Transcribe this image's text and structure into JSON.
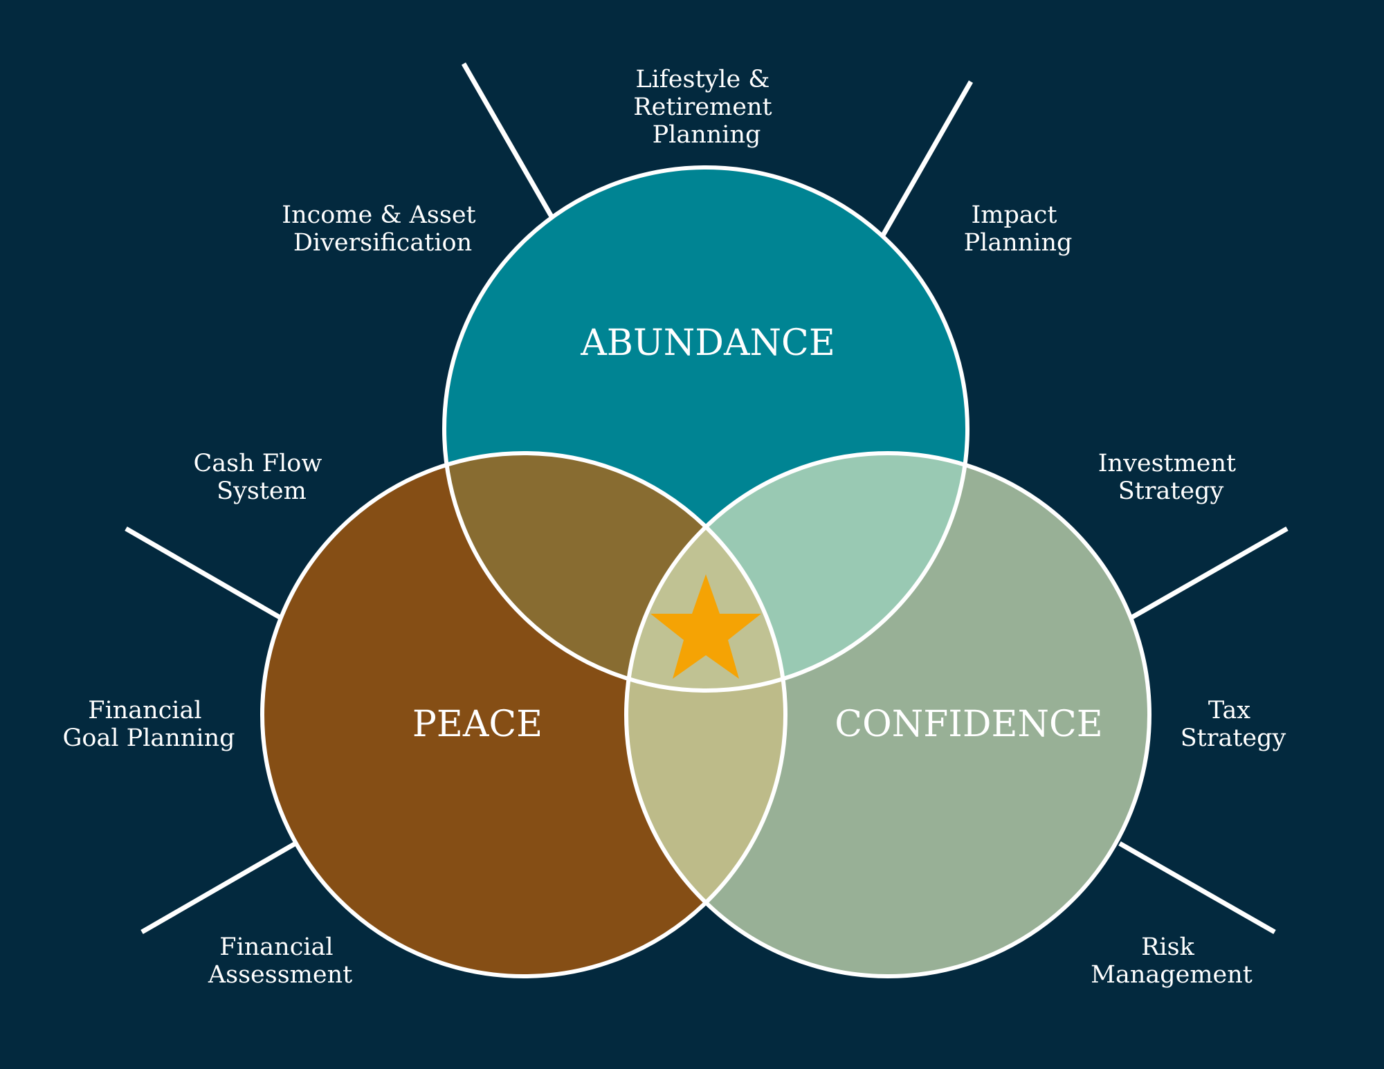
{
  "colors": {
    "background": "#03293e",
    "abundance": "#008493",
    "peace": "#854e15",
    "confidence": "#98b096",
    "abundance_peace": "#886c31",
    "abundance_confidence": "#99c9b3",
    "peace_confidence": "#bdbb89",
    "center": "#c0c293",
    "star": "#f5a304",
    "outline": "#ffffff"
  },
  "circles": {
    "abundance": {
      "label": "ABUNDANCE"
    },
    "peace": {
      "label": "PEACE"
    },
    "confidence": {
      "label": "CONFIDENCE"
    }
  },
  "outer_labels": {
    "lifestyle": {
      "lines": [
        "Lifestyle &",
        "Retirement",
        "Planning"
      ]
    },
    "income": {
      "lines": [
        "Income & Asset",
        "Diversification"
      ]
    },
    "impact": {
      "lines": [
        "Impact",
        "Planning"
      ]
    },
    "cashflow": {
      "lines": [
        "Cash Flow",
        "System"
      ]
    },
    "investment": {
      "lines": [
        "Investment",
        "Strategy"
      ]
    },
    "goal": {
      "lines": [
        "Financial",
        "Goal Planning"
      ]
    },
    "tax": {
      "lines": [
        "Tax",
        "Strategy"
      ]
    },
    "assessment": {
      "lines": [
        "Financial",
        "Assessment"
      ]
    },
    "risk": {
      "lines": [
        "Risk",
        "Management"
      ]
    }
  },
  "center_icon": "star-icon"
}
